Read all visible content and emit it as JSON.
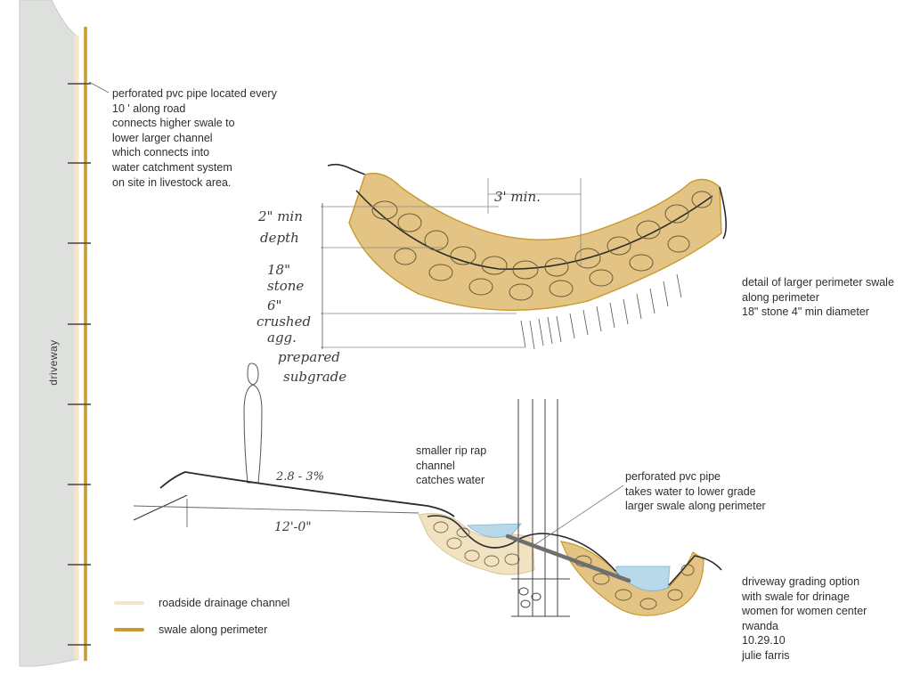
{
  "notes": {
    "pipe_note": [
      "perforated pvc pipe located every",
      "10 ' along road",
      "connects higher swale to",
      "lower larger channel",
      "which connects into",
      "water catchment system",
      "on site in livestock area."
    ],
    "detail_note": [
      "detail of larger perimeter swale",
      "along perimeter",
      "18\" stone 4\" min diameter"
    ],
    "riprap_note": [
      "smaller rip rap",
      "channel",
      "catches water"
    ],
    "pvc_note": [
      "perforated pvc pipe",
      "takes water to lower grade",
      "larger swale along perimeter"
    ],
    "title_block": [
      "driveway grading option",
      "with swale for drinage",
      "women for women center",
      "rwanda",
      "10.29.10",
      "julie farris"
    ]
  },
  "driveway_label": "driveway",
  "handwritten": {
    "min_width": "3' min.",
    "depth_1": "2\" min",
    "depth_1b": "depth",
    "stone": "18\"",
    "stone_b": "stone",
    "crushed": "6\"",
    "crushed_b": "crushed",
    "crushed_c": "agg.",
    "subgrade": "prepared",
    "subgrade_b": "subgrade",
    "slope": "2.8 - 3%",
    "width": "12'-0\""
  },
  "legend": [
    {
      "label": "roadside drainage channel",
      "color": "#f3e6c9"
    },
    {
      "label": "swale along perimeter",
      "color": "#c99a2e"
    }
  ],
  "colors": {
    "driveway": "#dde0dc",
    "swale": "#e3c485",
    "swale_dark": "#c99a2e",
    "riprap": "#f1e2c2",
    "water": "#b7d9ea",
    "ink": "#2b2b2b"
  }
}
